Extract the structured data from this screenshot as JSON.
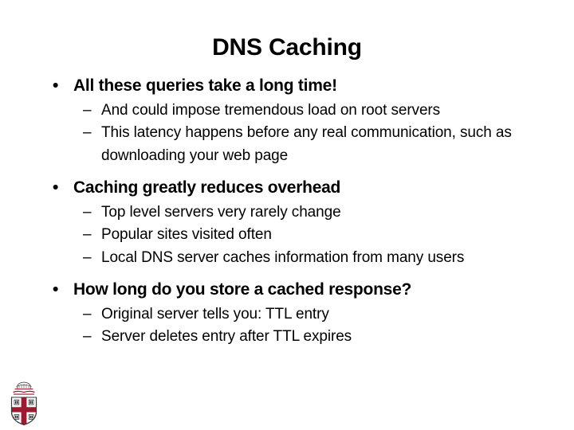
{
  "slide": {
    "title": "DNS Caching",
    "background_color": "#ffffff",
    "text_color": "#000000",
    "bullet_marker": "•",
    "sub_bullet_marker": "–",
    "blocks": [
      {
        "heading": "All these queries take a long time!",
        "items": [
          "And could impose tremendous load on root servers",
          "This latency happens before any real communication, such as downloading your web page"
        ]
      },
      {
        "heading": "Caching greatly reduces overhead",
        "items": [
          "Top level servers very rarely change",
          "Popular sites visited often",
          "Local DNS server caches information from many users"
        ]
      },
      {
        "heading": "How long do you store a cached response?",
        "items": [
          "Original server tells you: TTL entry",
          "Server deletes entry after TTL expires"
        ]
      }
    ]
  },
  "logo": {
    "name": "brown-university-crest",
    "crest_red": "#9B1B30",
    "crest_outline": "#3a3a3a",
    "crest_white": "#ffffff"
  }
}
